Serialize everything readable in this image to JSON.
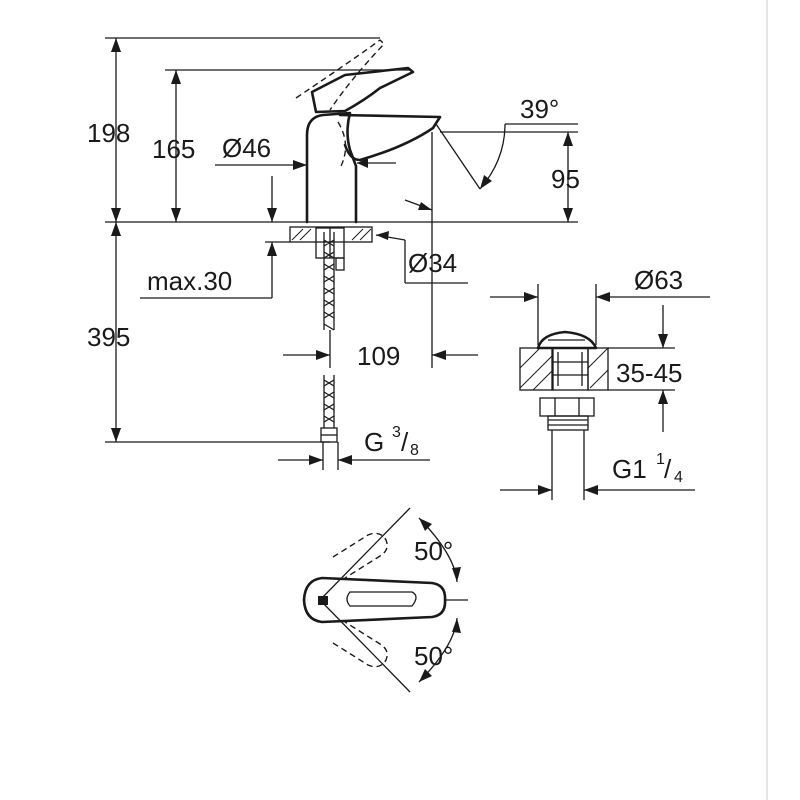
{
  "dimensions": {
    "total_height": "198",
    "body_height": "165",
    "body_diameter": "Ø46",
    "spout_angle": "39°",
    "spout_height": "95",
    "mount_diameter": "Ø34",
    "max_deck_thickness": "max.30",
    "hose_length": "395",
    "spout_reach": "109",
    "hose_thread_base": "G",
    "hose_thread_num": "3",
    "hose_thread_den": "8",
    "waste_diameter": "Ø63",
    "waste_basin_range": "35-45",
    "waste_thread_base": "G1",
    "waste_thread_num": "1",
    "waste_thread_den": "4",
    "swivel_angle_upper": "50°",
    "swivel_angle_lower": "50°"
  },
  "colors": {
    "line": "#1a1a1a",
    "background": "#ffffff"
  }
}
